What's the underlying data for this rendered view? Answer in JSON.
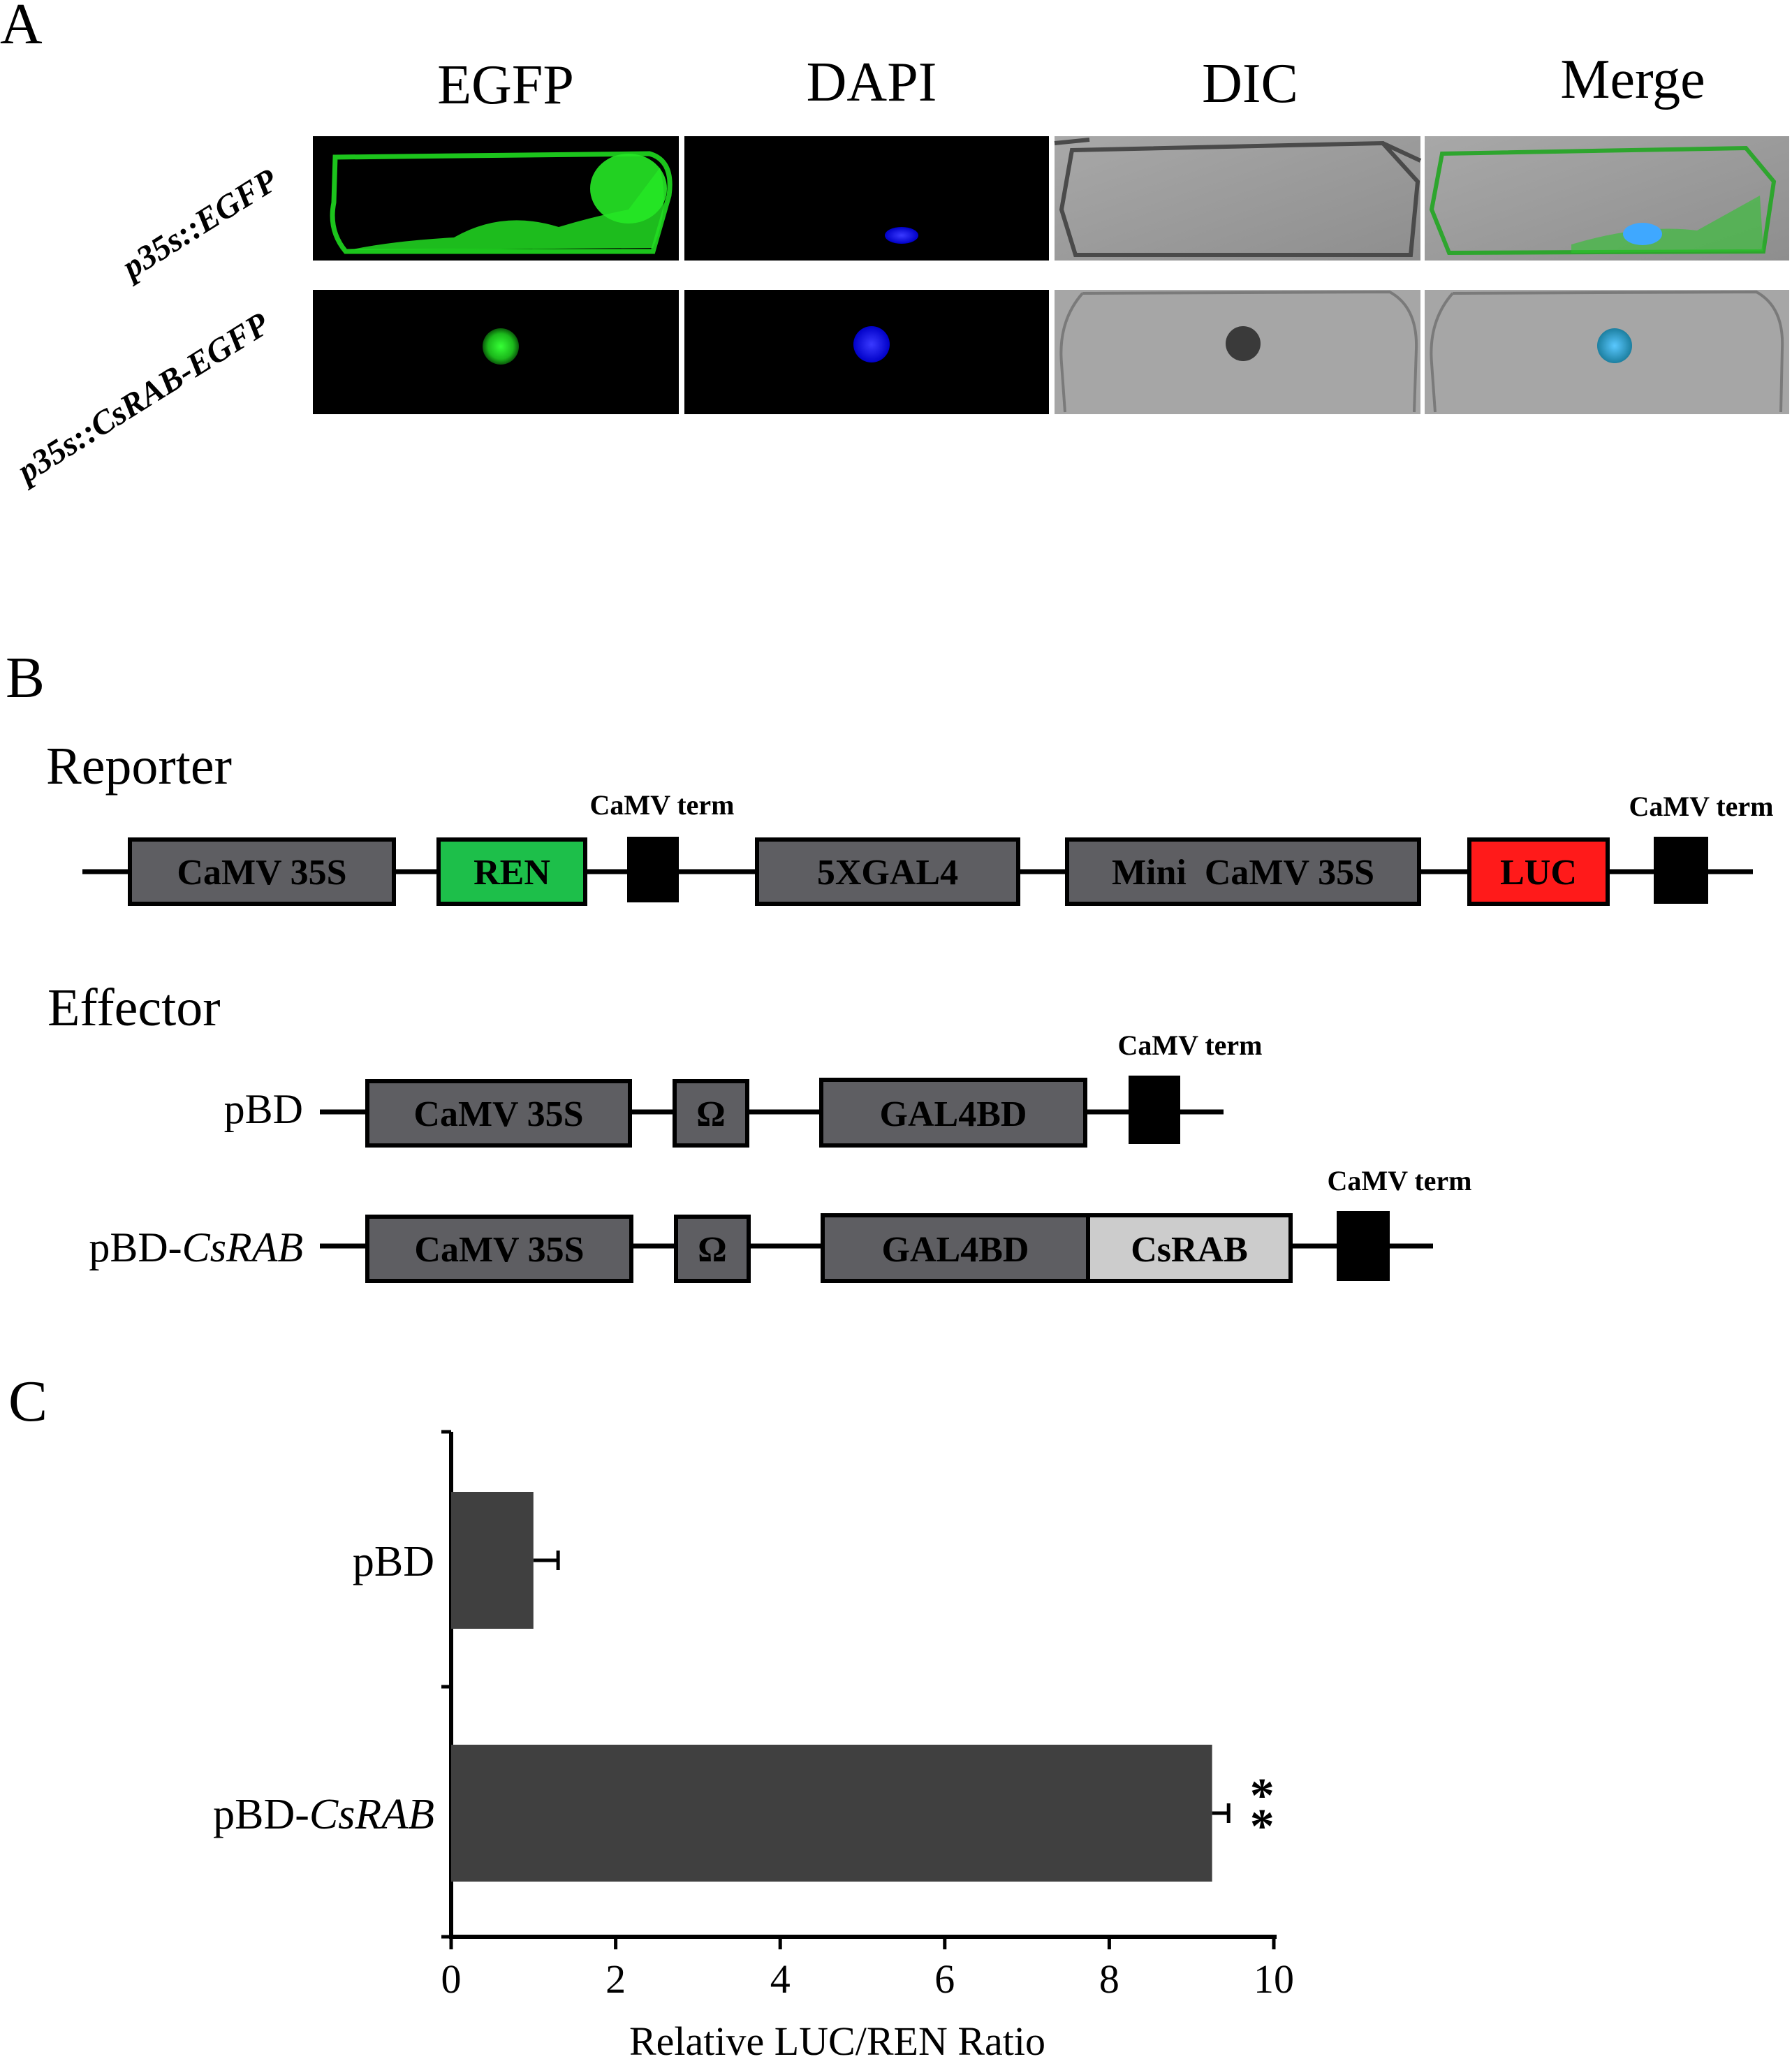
{
  "panels": {
    "a": "A",
    "b": "B",
    "c": "C"
  },
  "microscopy": {
    "columns": [
      "EGFP",
      "DAPI",
      "DIC",
      "Merge"
    ],
    "rows": [
      {
        "label_prefix": "p35s::",
        "label_gene": "EGFP"
      },
      {
        "label_prefix": "p35s::",
        "label_gene": "CsRAB-EGFP"
      }
    ],
    "colors": {
      "egfp": "#22dd22",
      "dapi": "#1a1aff",
      "dic_bg": "#9a9a9a",
      "merge_nucleus": "#3fa8ff"
    }
  },
  "constructs": {
    "reporter_label": "Reporter",
    "effector_label": "Effector",
    "term_label": "CaMV term",
    "reporter_boxes": [
      "CaMV 35S",
      "REN",
      "5XGAL4",
      "Mini  CaMV 35S",
      "LUC"
    ],
    "pbd_label": "pBD",
    "pbd_boxes": [
      "CaMV 35S",
      "Ω",
      "GAL4BD"
    ],
    "pbdrab_label_prefix": "pBD-",
    "pbdrab_label_gene": "CsRAB",
    "pbdrab_boxes": [
      "CaMV 35S",
      "Ω",
      "GAL4BD",
      "CsRAB"
    ],
    "colors": {
      "box_gray": "#5e5e62",
      "ren_green": "#1dbf4a",
      "luc_red": "#ff1a1a",
      "csrab_light": "#cccccc",
      "term_black": "#000000"
    }
  },
  "chart_data": {
    "type": "bar",
    "orientation": "horizontal",
    "categories": [
      {
        "prefix": "pBD",
        "gene": ""
      },
      {
        "prefix": "pBD-",
        "gene": "CsRAB"
      }
    ],
    "values": [
      1.0,
      9.25
    ],
    "errors": [
      0.3,
      0.2
    ],
    "significance": [
      "",
      "**"
    ],
    "xlabel": "Relative LUC/REN Ratio",
    "xlim": [
      0,
      10
    ],
    "xticks": [
      "0",
      "2",
      "4",
      "6",
      "8",
      "10"
    ],
    "bar_color": "#404040"
  }
}
